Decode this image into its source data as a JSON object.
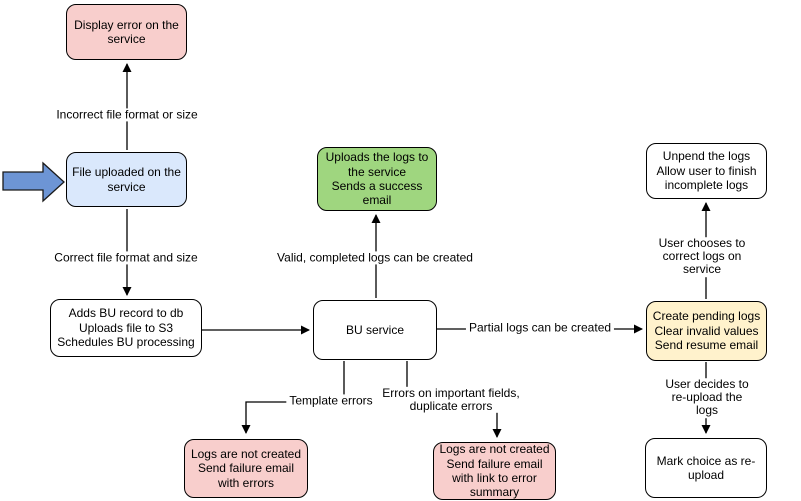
{
  "colors": {
    "pink": "#F8CECC",
    "blue": "#DAE8FC",
    "green": "#9FD67F",
    "yellow": "#FFF2CC",
    "arrow-blue": "#6D95D5",
    "line": "#000000"
  },
  "icons": {
    "entry_arrow": "right-arrow"
  },
  "nodes": {
    "display_error": {
      "label": "Display error on the\nservice"
    },
    "file_uploaded": {
      "label": "File uploaded on the\nservice"
    },
    "adds_bu": {
      "label": "Adds BU record to db\nUploads file to S3\nSchedules BU processing"
    },
    "bu_service": {
      "label": "BU service"
    },
    "uploads_logs": {
      "label": "Uploads the logs to\nthe service\nSends a success\nemail"
    },
    "unpend": {
      "label": "Unpend the logs\nAllow user to finish\nincomplete logs"
    },
    "create_pending": {
      "label": "Create pending logs\nClear invalid values\nSend resume email"
    },
    "logs_errors": {
      "label": "Logs are not created\nSend failure email\nwith errors"
    },
    "logs_summary": {
      "label": "Logs are not created\nSend failure email\nwith link to error\nsummary"
    },
    "mark_choice": {
      "label": "Mark choice as re-\nupload"
    }
  },
  "edges": {
    "incorrect_format": {
      "label": "Incorrect file format or size"
    },
    "correct_format": {
      "label": "Correct file format and size"
    },
    "valid_completed": {
      "label": "Valid, completed logs can be created"
    },
    "partial_logs": {
      "label": "Partial logs can be created"
    },
    "template_errors": {
      "label": "Template errors"
    },
    "important_fields": {
      "label": "Errors on important fields,\nduplicate errors"
    },
    "user_correct": {
      "label": "User chooses to correct logs on service"
    },
    "user_reupload": {
      "label": "User decides to re-upload the logs"
    }
  }
}
